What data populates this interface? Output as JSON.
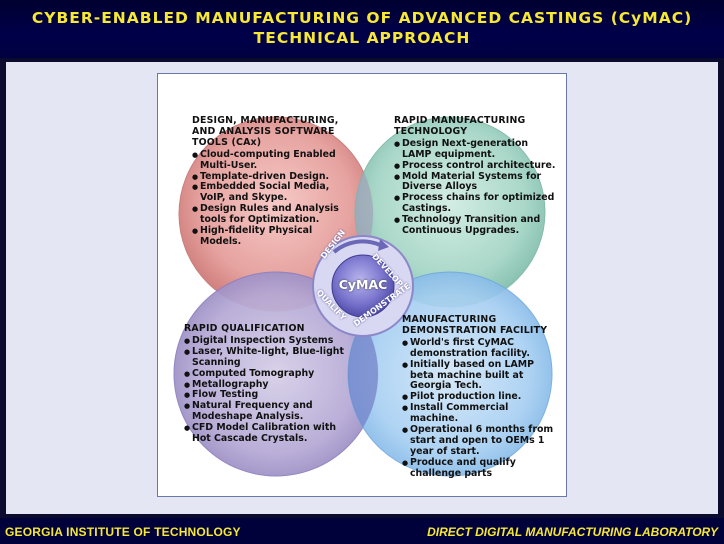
{
  "title": {
    "line1": "CYBER-ENABLED MANUFACTURING OF ADVANCED CASTINGS (CyMAC)",
    "line2": "TECHNICAL APPROACH"
  },
  "footer": {
    "left": "GEORGIA INSTITUTE OF TECHNOLOGY",
    "right": "DIRECT DIGITAL MANUFACTURING LABORATORY"
  },
  "colors": {
    "title_text": "#f6e833",
    "title_bg": "#00004a",
    "circle_red": "#e49a98",
    "circle_teal": "#9fd3c2",
    "circle_purple": "#b3a6d3",
    "circle_blue": "#9cc8ee",
    "overlap": "#7b86c4"
  },
  "diagram": {
    "hub": {
      "center": "CyMAC",
      "ring": [
        "DESIGN",
        "DEVELOP",
        "DEMONSTRATE",
        "QUALIFY"
      ]
    },
    "quadrants": [
      {
        "id": "design",
        "heading": [
          "DESIGN, MANUFACTURING,",
          "AND ANALYSIS SOFTWARE",
          "TOOLS (CAx)"
        ],
        "bullets": [
          "Cloud-computing Enabled Multi-User.",
          "Template-driven Design.",
          "Embedded Social Media, VoIP, and Skype.",
          "Design Rules and Analysis tools for Optimization.",
          "High-fidelity Physical Models."
        ]
      },
      {
        "id": "rapid-manufacturing",
        "heading": [
          "RAPID MANUFACTURING",
          "TECHNOLOGY"
        ],
        "bullets": [
          "Design Next-generation LAMP equipment.",
          "Process control architecture.",
          "Mold Material Systems for Diverse Alloys",
          "Process chains for optimized Castings.",
          "Technology Transition and Continuous Upgrades."
        ]
      },
      {
        "id": "rapid-qualification",
        "heading": [
          "RAPID QUALIFICATION"
        ],
        "bullets": [
          "Digital Inspection Systems",
          "Laser, White-light, Blue-light Scanning",
          "Computed Tomography",
          "Metallography",
          "Flow Testing",
          "Natural Frequency and Modeshape Analysis.",
          "CFD Model Calibration with Hot Cascade Crystals."
        ]
      },
      {
        "id": "demonstration",
        "heading": [
          "MANUFACTURING",
          "DEMONSTRATION FACILITY"
        ],
        "bullets": [
          "World's first CyMAC demonstration facility.",
          "Initially based on LAMP beta machine built at Georgia Tech.",
          "Pilot production line.",
          "Install Commercial machine.",
          "Operational 6 months from start and open to OEMs 1 year of start.",
          "Produce and qualify challenge parts"
        ]
      }
    ]
  }
}
